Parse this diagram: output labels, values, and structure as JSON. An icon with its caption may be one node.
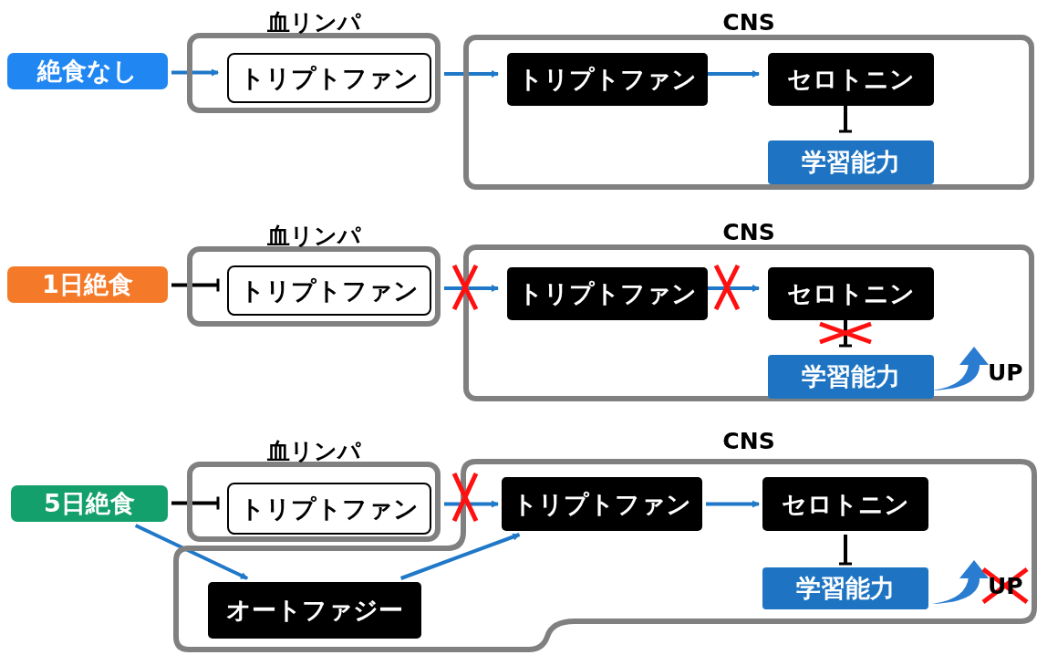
{
  "diagram": {
    "nodes": [
      {
        "text": [
          "絶食なし"
        ]
      },
      {
        "text": [
          "血リンパ"
        ]
      },
      {
        "text": [
          "トリプトファン"
        ],
        "in": 1
      },
      {
        "text": [
          "CNS"
        ]
      },
      {
        "text": [
          "トリプトファン"
        ],
        "in": 3
      },
      {
        "text": [
          "セロトニン"
        ],
        "in": 3
      },
      {
        "text": [
          "学習能力"
        ],
        "in": 3
      },
      {
        "text": [
          "1日絶食"
        ]
      },
      {
        "text": [
          "血リンパ"
        ]
      },
      {
        "text": [
          "トリプトファン"
        ],
        "in": 8
      },
      {
        "text": [
          "CNS"
        ]
      },
      {
        "text": [
          "トリプトファン"
        ],
        "in": 10
      },
      {
        "text": [
          "セロトニン"
        ],
        "in": 10
      },
      {
        "text": [
          "学習能力"
        ],
        "in": 10
      },
      {
        "text": [
          "5日絶食"
        ]
      },
      {
        "text": [
          "血リンパ"
        ]
      },
      {
        "text": [
          "トリプトファン"
        ],
        "in": 15
      },
      {
        "text": [
          "CNS"
        ]
      },
      {
        "text": [
          "トリプトファン"
        ],
        "in": 17
      },
      {
        "text": [
          "セロトニン"
        ],
        "in": 17
      },
      {
        "text": [
          "学習能力"
        ],
        "in": 17
      },
      {
        "text": [
          "オートファジー"
        ],
        "in": 17
      }
    ],
    "edges": [
      {
        "from": 0,
        "to": 2,
        "arrow": "to"
      },
      {
        "from": 1,
        "to": 4,
        "arrow": "to"
      },
      {
        "from": 4,
        "to": 5,
        "arrow": "to"
      },
      {
        "from": 5,
        "to": 6,
        "arrow": "other",
        "color": "#000000"
      },
      {
        "from": 7,
        "to": 9,
        "arrow": "other",
        "color": "#000000"
      },
      {
        "from": 8,
        "to": 11,
        "arrow": "to"
      },
      {
        "from": 11,
        "to": 12,
        "arrow": "to"
      },
      {
        "from": 12,
        "to": 13,
        "arrow": "other",
        "color": "#000000"
      },
      {
        "from": 14,
        "to": 16,
        "arrow": "other",
        "color": "#000000"
      },
      {
        "from": 15,
        "to": 18,
        "arrow": "to"
      },
      {
        "from": 18,
        "to": 19,
        "arrow": "to"
      },
      {
        "from": 19,
        "to": 20,
        "arrow": "other",
        "color": "#000000"
      },
      {
        "from": 14,
        "to": 21,
        "arrow": "to"
      },
      {
        "from": 21,
        "to": 18,
        "arrow": "to"
      }
    ],
    "labels": [
      "UP",
      "UP"
    ]
  }
}
